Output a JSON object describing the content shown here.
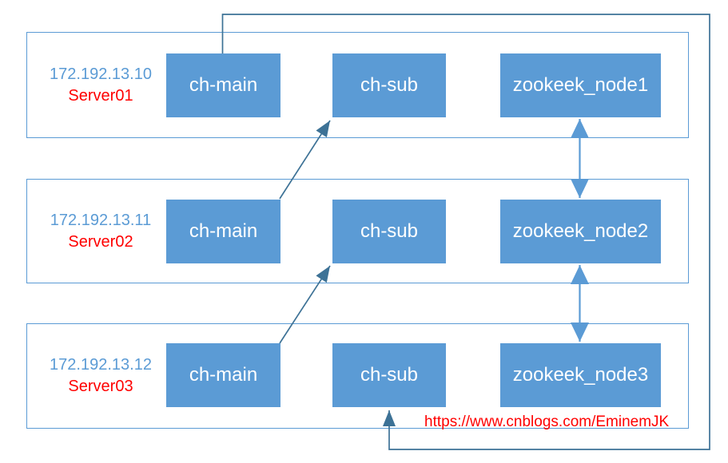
{
  "servers": [
    {
      "ip": "172.192.13.10",
      "name": "Server01",
      "nodes": [
        {
          "label": "ch-main"
        },
        {
          "label": "ch-sub"
        },
        {
          "label": "zookeek_node1"
        }
      ]
    },
    {
      "ip": "172.192.13.11",
      "name": "Server02",
      "nodes": [
        {
          "label": "ch-main"
        },
        {
          "label": "ch-sub"
        },
        {
          "label": "zookeek_node2"
        }
      ]
    },
    {
      "ip": "172.192.13.12",
      "name": "Server03",
      "nodes": [
        {
          "label": "ch-main"
        },
        {
          "label": "ch-sub"
        },
        {
          "label": "zookeek_node3"
        }
      ]
    }
  ],
  "connections": [
    {
      "from": "Server01.ch-main",
      "to": "Server03.ch-sub",
      "style": "right-angle-routed",
      "direction": "one-way"
    },
    {
      "from": "Server02.ch-main",
      "to": "Server01.ch-sub",
      "style": "straight-diagonal",
      "direction": "one-way"
    },
    {
      "from": "Server03.ch-main",
      "to": "Server02.ch-sub",
      "style": "straight-diagonal",
      "direction": "one-way"
    },
    {
      "from": "zookeek_node1",
      "to": "zookeek_node2",
      "style": "straight-vertical",
      "direction": "two-way"
    },
    {
      "from": "zookeek_node2",
      "to": "zookeek_node3",
      "style": "straight-vertical",
      "direction": "two-way"
    }
  ],
  "watermark": {
    "url_text": "https://www.cnblogs.com/EminemJK"
  },
  "colors": {
    "node_fill": "#5B9BD5",
    "box_border": "#5B9BD5",
    "connector_dark": "#3D7296",
    "connector_blue": "#5B9BD5",
    "ip_text": "#5B9BD5",
    "server_name_text": "#FF0000",
    "watermark_text": "#FF0000",
    "node_label_text": "#FFFFFF"
  }
}
